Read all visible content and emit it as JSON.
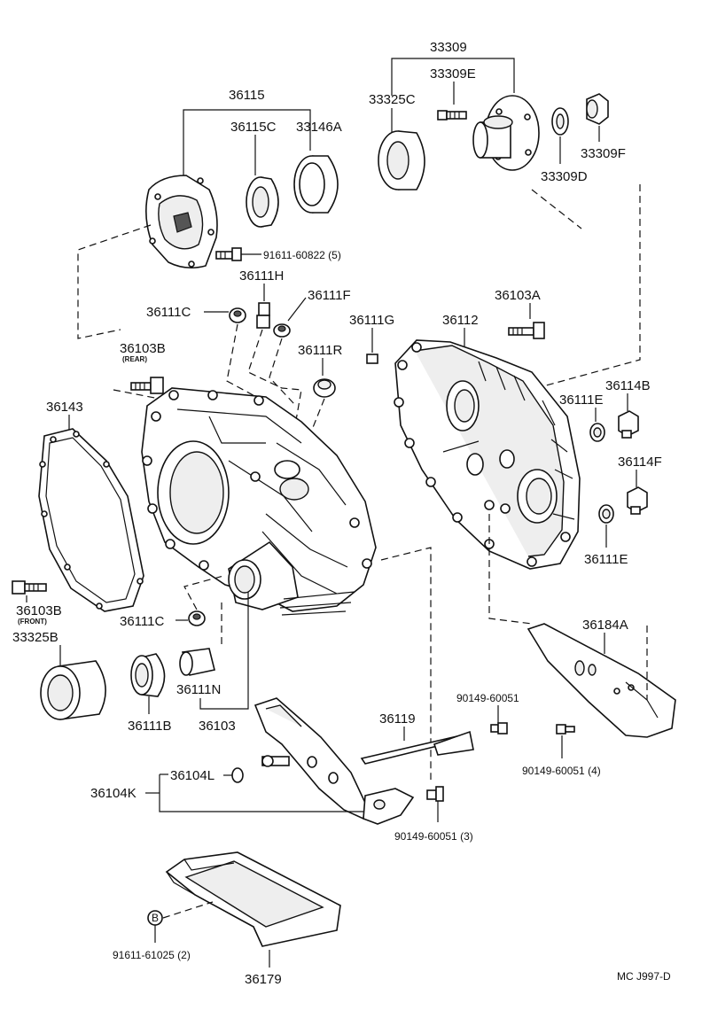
{
  "diagram": {
    "code": "MC J997-D",
    "labels": {
      "p33309": "33309",
      "p33309E": "33309E",
      "p33325C": "33325C",
      "p33309F": "33309F",
      "p33309D": "33309D",
      "p36115": "36115",
      "p36115C": "36115C",
      "p33146A": "33146A",
      "p91611_60822": "91611-60822 (5)",
      "p36111H": "36111H",
      "p36111F": "36111F",
      "p36111C_top": "36111C",
      "p36103A": "36103A",
      "p36111G": "36111G",
      "p36112": "36112",
      "p36103B_rear": "36103B",
      "rear": "(REAR)",
      "p36111R": "36111R",
      "p36143": "36143",
      "p36111E_top": "36111E",
      "p36114B": "36114B",
      "p36114F": "36114F",
      "p36111E_bot": "36111E",
      "p36103B_front": "36103B",
      "front": "(FRONT)",
      "p36111C_bot": "36111C",
      "p33325B": "33325B",
      "p36184A": "36184A",
      "p90149_60051": "90149-60051",
      "p36119": "36119",
      "p36111N": "36111N",
      "p36111B": "36111B",
      "p36103": "36103",
      "p90149_60051_4": "90149-60051 (4)",
      "p36104L": "36104L",
      "p36104K": "36104K",
      "p90149_60051_3": "90149-60051 (3)",
      "circle_b": "B",
      "p91611_61025": "91611-61025 (2)",
      "p36179": "36179"
    }
  }
}
